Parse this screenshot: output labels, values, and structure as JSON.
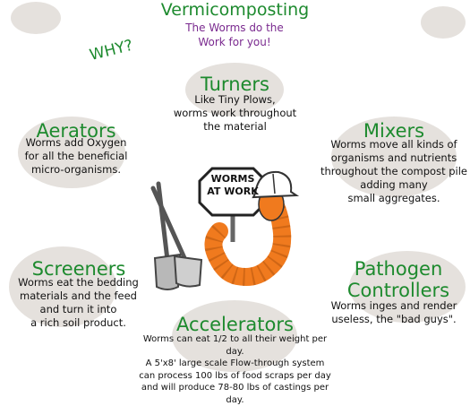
{
  "title": "Vermicomposting",
  "subtitle": "The Worms do the\nWork  for you!",
  "why": "WHY?",
  "sign_text": "WORMS\nAT WORK",
  "sections": {
    "turners": {
      "title": "Turners",
      "text": "Like Tiny Plows,\nworms work throughout\nthe material"
    },
    "aerators": {
      "title": "Aerators",
      "text": "Worms add Oxygen\nfor all the beneficial\nmicro-organisms."
    },
    "mixers": {
      "title": "Mixers",
      "text": "Worms move all kinds of\norganisms and nutrients\nthroughout the compost pile\nadding many\nsmall aggregates."
    },
    "screeners": {
      "title": "Screeners",
      "text": "Worms eat the bedding\nmaterials and the feed\nand turn it into\na rich soil product."
    },
    "pathogen": {
      "title": "Pathogen\nControllers",
      "text": "Worms inges and render\nuseless, the \"bad guys\"."
    },
    "accelerators": {
      "title": "Accelerators",
      "text": "Worms can eat 1/2 to all their weight per day.\nA 5'x8' large scale Flow-through system\ncan process 100 lbs of food scraps per day\nand will produce 78-80 lbs of castings per day."
    }
  },
  "colors": {
    "heading": "#1d8a2e",
    "subtitle": "#7a2a8f",
    "worm": "#f07a1e",
    "blob": "#d9d4cf"
  }
}
